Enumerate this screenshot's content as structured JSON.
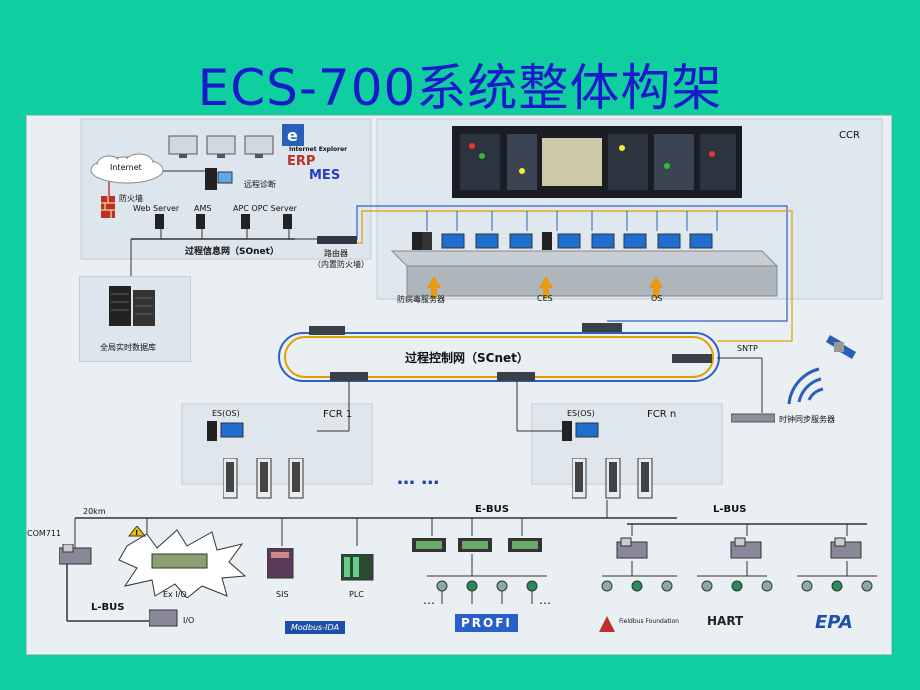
{
  "title": "ECS-700系统整体构架",
  "diagram": {
    "internet": "Internet",
    "firewall": "防火墙",
    "ie_logo": "Internet Explorer",
    "erp": "ERP",
    "mes": "MES",
    "remote_diag": "远程诊断",
    "web_server": "Web Server",
    "ams": "AMS",
    "apc_opc": "APC OPC Server",
    "sonet": "过程信息网（SOnet）",
    "router": "路由器",
    "router_sub": "（内置防火墙）",
    "global_db": "全局实时数据库",
    "ccr": "CCR",
    "antivirus": "防病毒服务器",
    "ces": "CES",
    "os": "OS",
    "scnet": "过程控制网（SCnet）",
    "sntp": "SNTP",
    "time_sync": "时钟同步服务器",
    "fcr1_es": "ES(OS)",
    "fcr1": "FCR 1",
    "fcrn_es": "ES(OS)",
    "fcrn": "FCR n",
    "ellipsis": "… …",
    "distance": "20km",
    "com711": "COM711",
    "ebus": "E-BUS",
    "lbus_left": "L-BUS",
    "lbus_right": "L-BUS",
    "exio": "Ex I/O",
    "io": "I/O",
    "sis": "SIS",
    "plc": "PLC",
    "modbus": "Modbus-IDA",
    "profibus": "PROFI",
    "foundation": "Fieldbus Foundation",
    "hart": "HART",
    "epa": "EPA",
    "dots": "…"
  }
}
